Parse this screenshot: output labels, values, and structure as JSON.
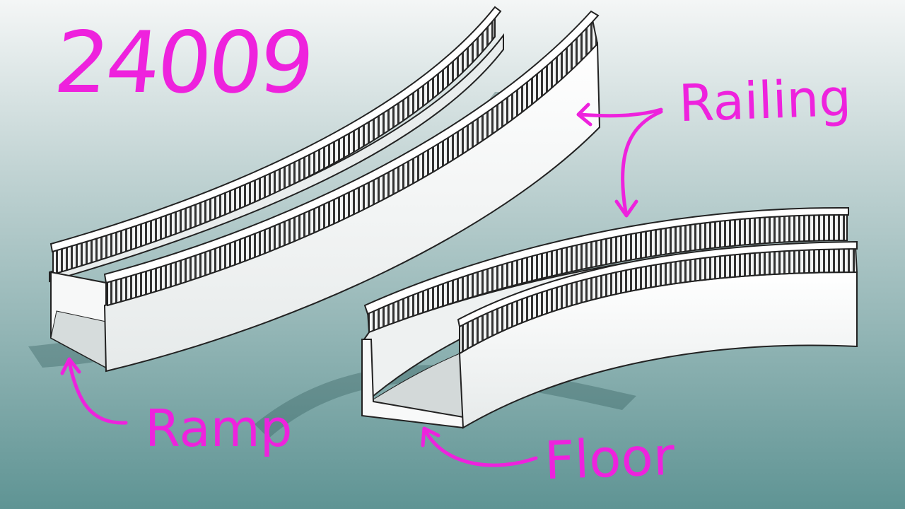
{
  "title_number": "24009",
  "labels": {
    "railing": "Railing",
    "ramp": "Ramp",
    "floor": "Floor"
  },
  "colors": {
    "annotation": "#ee22dd",
    "background_top": "#f4f6f6",
    "background_bottom": "#5f9494",
    "structure": "#ffffff",
    "edge": "#222222"
  },
  "icons": {
    "railing_arrows": "double-arrow-icon",
    "ramp_arrow": "curved-arrow-icon",
    "floor_arrow": "curved-arrow-icon"
  }
}
